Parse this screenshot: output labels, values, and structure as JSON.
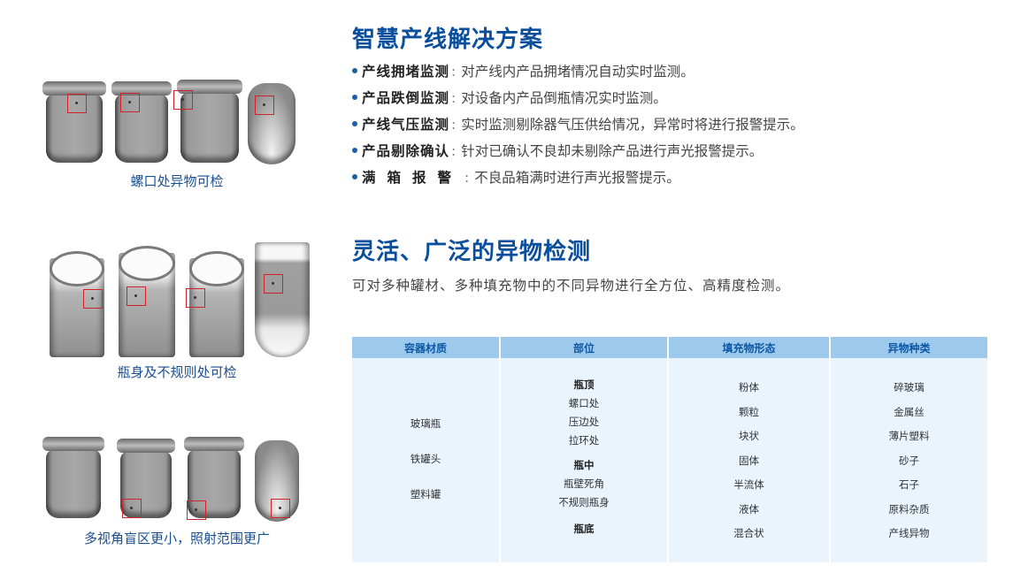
{
  "left": {
    "groups": [
      {
        "caption": "螺口处异物可检"
      },
      {
        "caption": "瓶身及不规则处可检"
      },
      {
        "caption": "多视角盲区更小，照射范围更广"
      }
    ]
  },
  "section1": {
    "title": "智慧产线解决方案",
    "items": [
      {
        "key": "产线拥堵监测",
        "sep": ":",
        "text": "对产线内产品拥堵情况自动实时监测。"
      },
      {
        "key": "产品跌倒监测",
        "sep": ":",
        "text": "对设备内产品倒瓶情况实时监测。"
      },
      {
        "key": "产线气压监测",
        "sep": ":",
        "text": "实时监测剔除器气压供给情况，异常时将进行报警提示。"
      },
      {
        "key": "产品剔除确认",
        "sep": ":",
        "text": "针对已确认不良却未剔除产品进行声光报警提示。"
      },
      {
        "key": "满箱报警",
        "sep": ":",
        "text": "不良品箱满时进行声光报警提示。"
      }
    ]
  },
  "section2": {
    "title": "灵活、广泛的异物检测",
    "subtitle": "可对多种罐材、多种填充物中的不同异物进行全方位、高精度检测。"
  },
  "table": {
    "headers": [
      "容器材质",
      "部位",
      "填充物形态",
      "异物种类"
    ],
    "materials": [
      "玻璃瓶",
      "铁罐头",
      "塑料罐"
    ],
    "positions": [
      {
        "group": "瓶顶",
        "items": [
          "螺口处",
          "压边处",
          "拉环处"
        ]
      },
      {
        "group": "瓶中",
        "items": [
          "瓶壁死角",
          "不规则瓶身"
        ]
      },
      {
        "group": "瓶底",
        "items": []
      }
    ],
    "fillers": [
      "粉体",
      "颗粒",
      "块状",
      "固体",
      "半流体",
      "液体",
      "混合状"
    ],
    "foreign_objects": [
      "碎玻璃",
      "金属丝",
      "薄片塑料",
      "砂子",
      "石子",
      "原料杂质",
      "产线异物"
    ]
  },
  "colors": {
    "title_blue": "#0b4e9b",
    "caption_blue": "#1a4f8f",
    "header_bg": "#9dc9ec",
    "body_bg": "#eaf4fd",
    "mark_red": "#d0222d"
  }
}
